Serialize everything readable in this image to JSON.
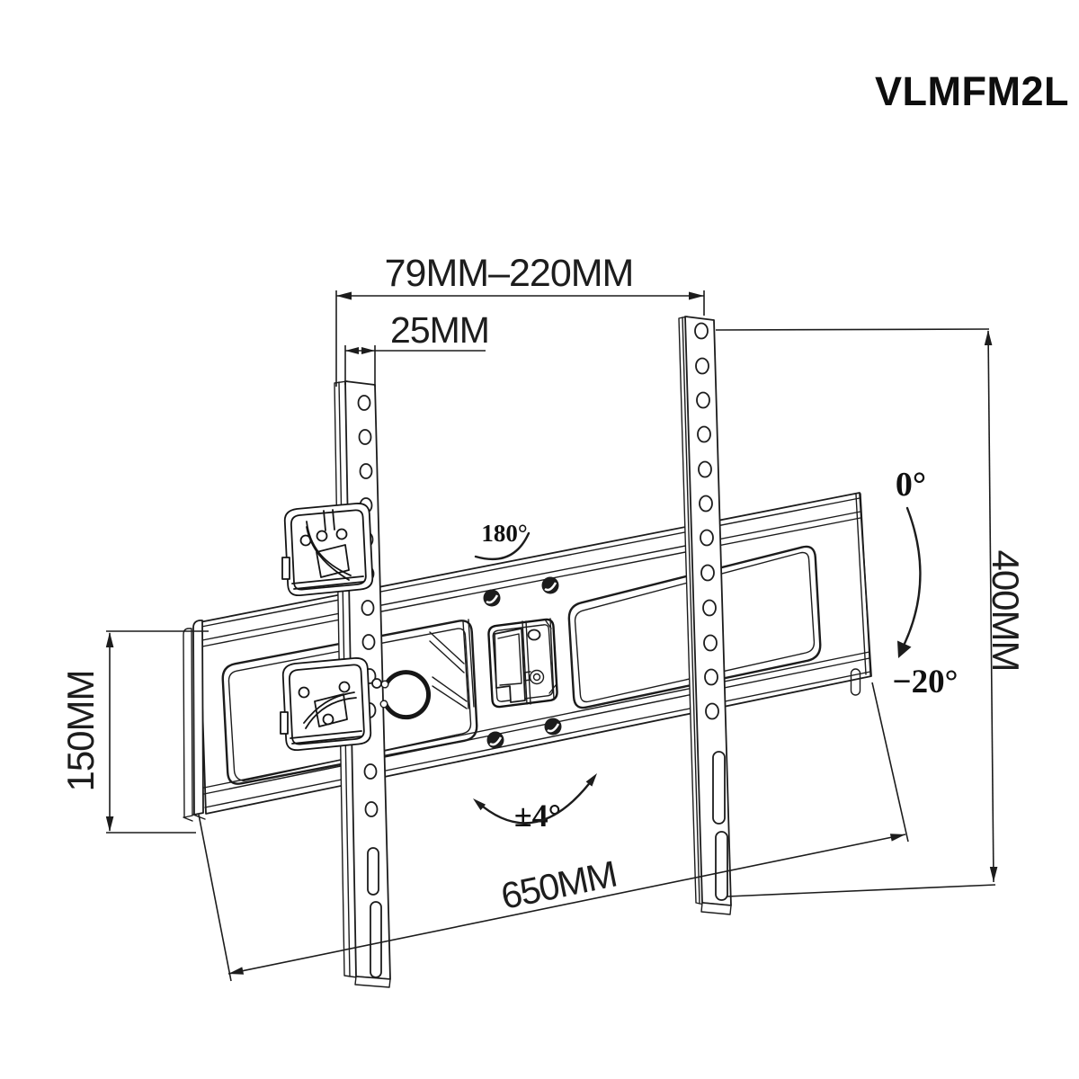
{
  "title": "VLMFM2L",
  "colors": {
    "background": "#ffffff",
    "line": "#1c1c1c"
  },
  "drawing": {
    "type": "technical-drawing",
    "subject": "Full-motion TV wall mount bracket, dimensioned line drawing",
    "dimensions": {
      "extension_depth": "79MM–220MM",
      "rail_width": "25MM",
      "vesa_height": "400MM",
      "plate_height": "150MM",
      "plate_length": "650MM"
    },
    "angles": {
      "swivel": "180°",
      "tilt_up": "0°",
      "tilt_down": "−20°",
      "level_adjust": "±4°"
    }
  }
}
